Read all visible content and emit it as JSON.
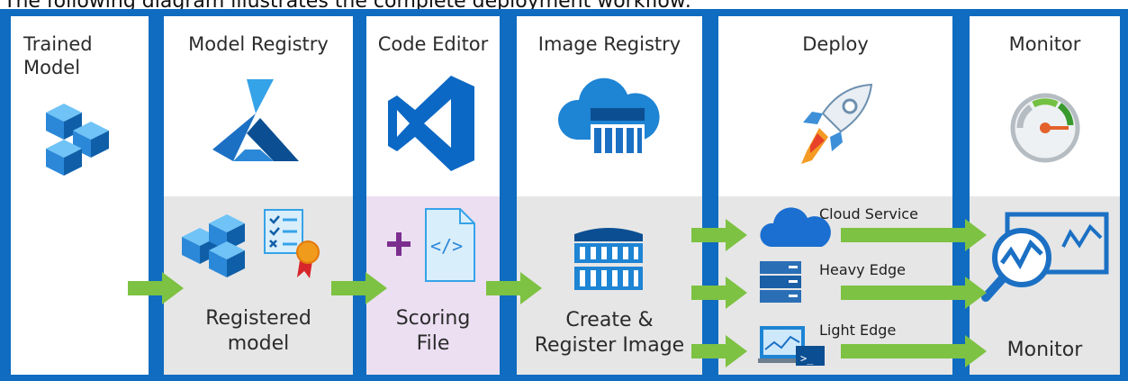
{
  "caption": "The following diagram illustrates the complete deployment workflow:",
  "columns": [
    {
      "title": "Trained Model",
      "bottom_label": ""
    },
    {
      "title": "Model Registry",
      "bottom_label": "Registered model"
    },
    {
      "title": "Code Editor",
      "bottom_label": "Scoring File"
    },
    {
      "title": "Image Registry",
      "bottom_label": "Create & Register Image"
    },
    {
      "title": "Deploy",
      "bottom_label": ""
    },
    {
      "title": "Monitor",
      "bottom_label": "Monitor"
    }
  ],
  "col0": {
    "line1": "Trained",
    "line2": "Model"
  },
  "col1": {
    "b1": "Registered",
    "b2": "model"
  },
  "col2": {
    "b1": "Scoring",
    "b2": "File"
  },
  "col3": {
    "b1": "Create &",
    "b2": "Register Image"
  },
  "deploy_targets": [
    "Cloud Service",
    "Heavy Edge",
    "Light Edge"
  ],
  "colors": {
    "frame": "#0f6cc0",
    "arrow": "#7dc242",
    "azure": "#0078d4",
    "purple_panel": "#ebdff1"
  }
}
